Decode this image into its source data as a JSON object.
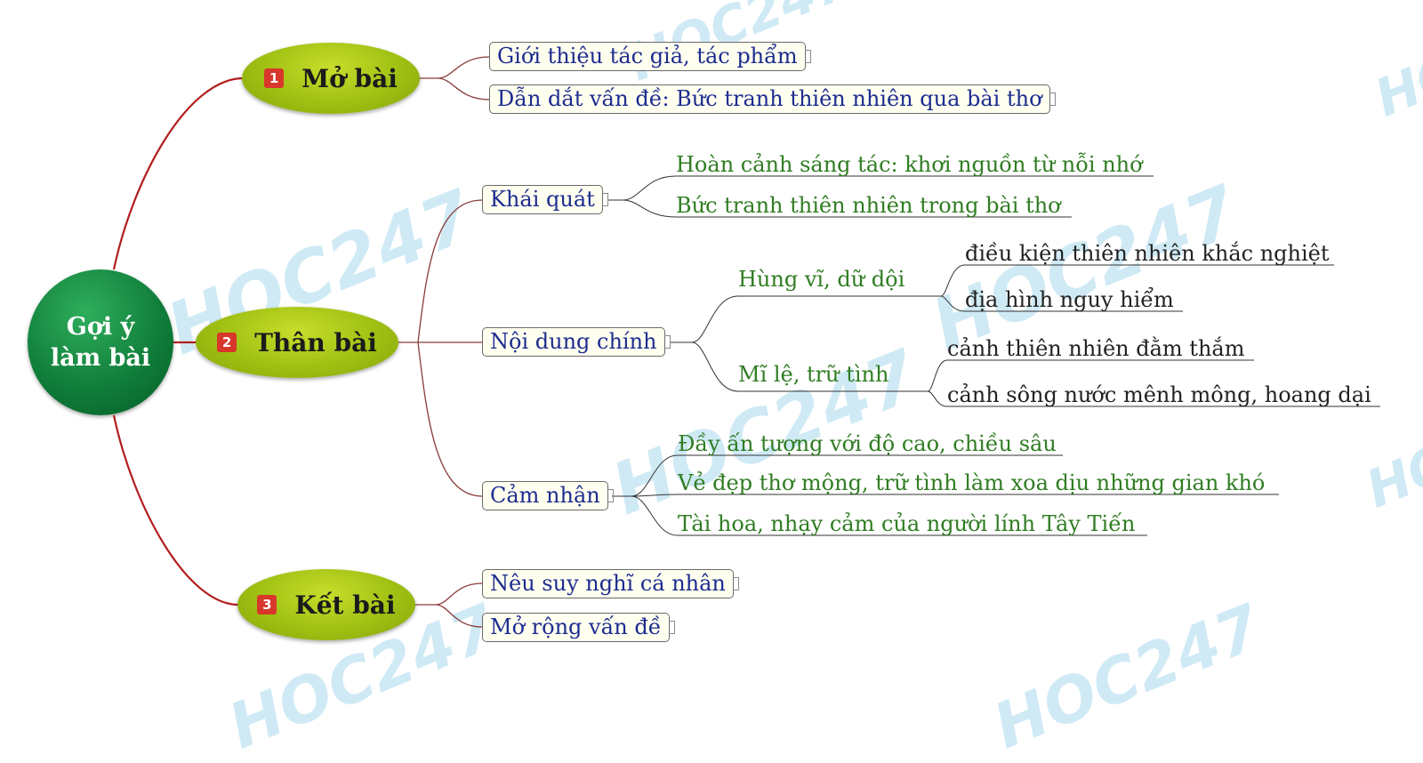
{
  "center": "Gợi ý làm bài",
  "sections": [
    {
      "num": "1",
      "title": "Mở bài"
    },
    {
      "num": "2",
      "title": "Thân bài"
    },
    {
      "num": "3",
      "title": "Kết bài"
    }
  ],
  "mo_bai": [
    "Giới thiệu tác giả, tác phẩm",
    "Dẫn dắt vấn đề: Bức tranh thiên nhiên qua bài thơ"
  ],
  "than_bai": {
    "khai_quat": {
      "label": "Khái quát",
      "items": [
        "Hoàn cảnh sáng tác: khơi nguồn từ nỗi nhớ",
        "Bức tranh thiên nhiên trong bài thơ"
      ]
    },
    "noi_dung": {
      "label": "Nội dung chính",
      "hung_vi": {
        "label": "Hùng vĩ, dữ dội",
        "items": [
          "điều kiện thiên nhiên khắc nghiệt",
          "địa hình nguy hiểm"
        ]
      },
      "mi_le": {
        "label": "Mĩ lệ, trữ tình",
        "items": [
          "cảnh thiên nhiên đằm thắm",
          "cảnh sông nước mênh mông, hoang dại"
        ]
      }
    },
    "cam_nhan": {
      "label": "Cảm nhận",
      "items": [
        "Đầy ấn tượng với độ cao, chiều sâu",
        "Vẻ đẹp thơ mộng, trữ tình làm xoa dịu những gian khó",
        "Tài hoa, nhạy cảm của người lính Tây Tiến"
      ]
    }
  },
  "ket_bai": [
    "Nêu suy nghĩ cá nhân",
    "Mở rộng vấn đề"
  ],
  "watermark": "HOC247",
  "colors": {
    "center": "#127f3b",
    "section": "#a4c416",
    "main_branch": "#b21e1e",
    "topic_text": "#1d2c8f",
    "detail_text": "#2f7d22"
  }
}
